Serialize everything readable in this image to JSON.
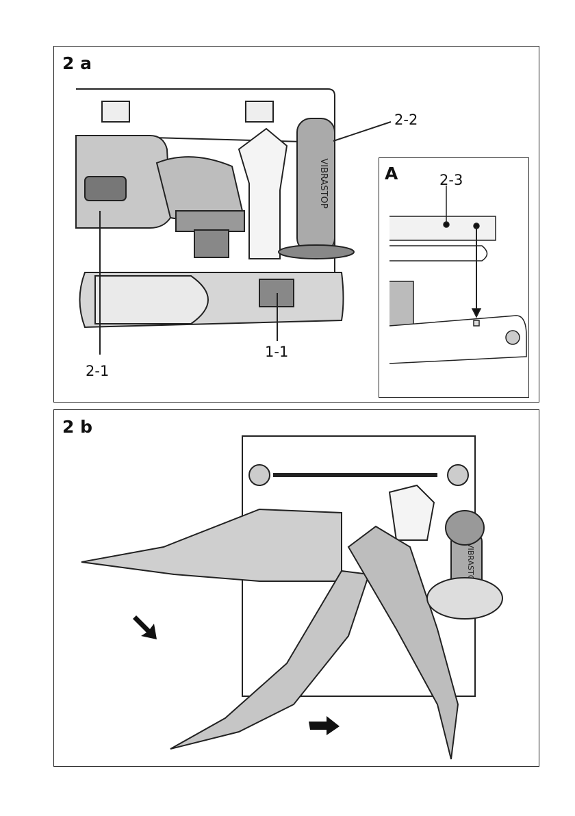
{
  "figure_a": {
    "title": "2 a",
    "callouts": {
      "handle": "2-2",
      "grinder": "2-1",
      "clamp": "1-1"
    },
    "inset": {
      "title": "A",
      "callout": "2-3"
    },
    "handle_brand": "VIBRASTOP"
  },
  "figure_b": {
    "title": "2 b",
    "handle_brand": "VIBRASTOP"
  }
}
